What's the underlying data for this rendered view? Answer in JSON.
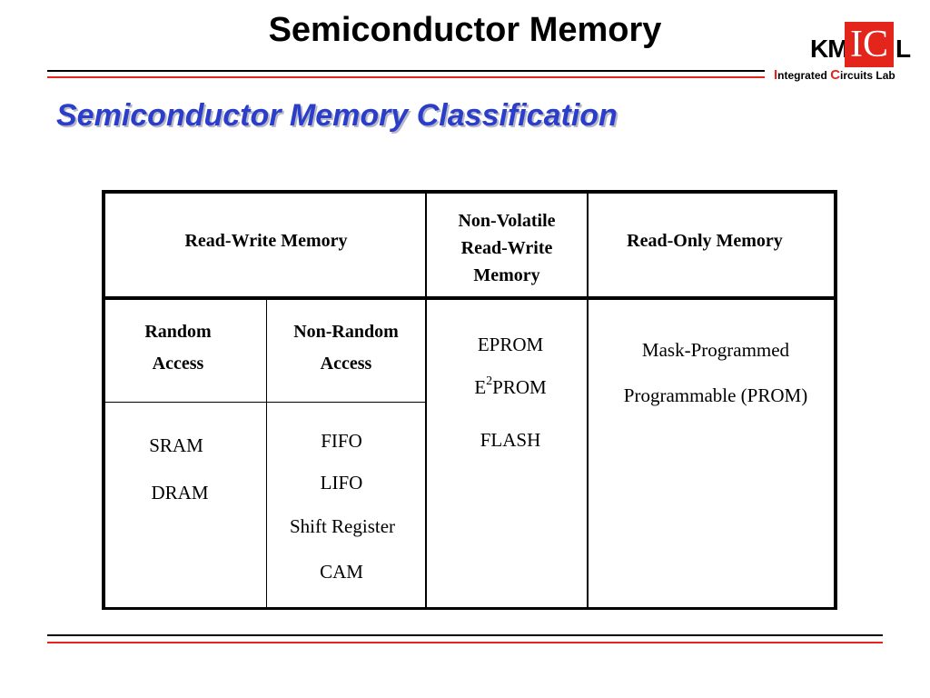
{
  "header": {
    "title": "Semiconductor Memory",
    "logo": {
      "prefix": "KM",
      "mark": "IC",
      "suffix": "L",
      "tagline_i": "I",
      "tagline_rest1": "ntegrated ",
      "tagline_c": "C",
      "tagline_rest2": "ircuits Lab"
    }
  },
  "subtitle": "Semiconductor Memory Classification",
  "colors": {
    "accent_blue": "#2b3ec9",
    "brand_red": "#e3251c"
  },
  "table": {
    "headers": {
      "read_write": "Read-Write Memory",
      "nonvolatile": [
        "Non-Volatile",
        "Read-Write",
        "Memory"
      ],
      "read_only": "Read-Only Memory"
    },
    "subheaders": {
      "random": [
        "Random",
        "Access"
      ],
      "non_random": [
        "Non-Random",
        "Access"
      ]
    },
    "random_items": [
      "SRAM",
      "DRAM"
    ],
    "non_random_items": [
      "FIFO",
      "LIFO",
      "Shift Register",
      "CAM"
    ],
    "nonvolatile_items": {
      "eprom": "EPROM",
      "e2prom_base": "E",
      "e2prom_sup": "2",
      "e2prom_rest": "PROM",
      "flash": "FLASH"
    },
    "rom_items": [
      "Mask-Programmed",
      "Programmable (PROM)"
    ]
  }
}
